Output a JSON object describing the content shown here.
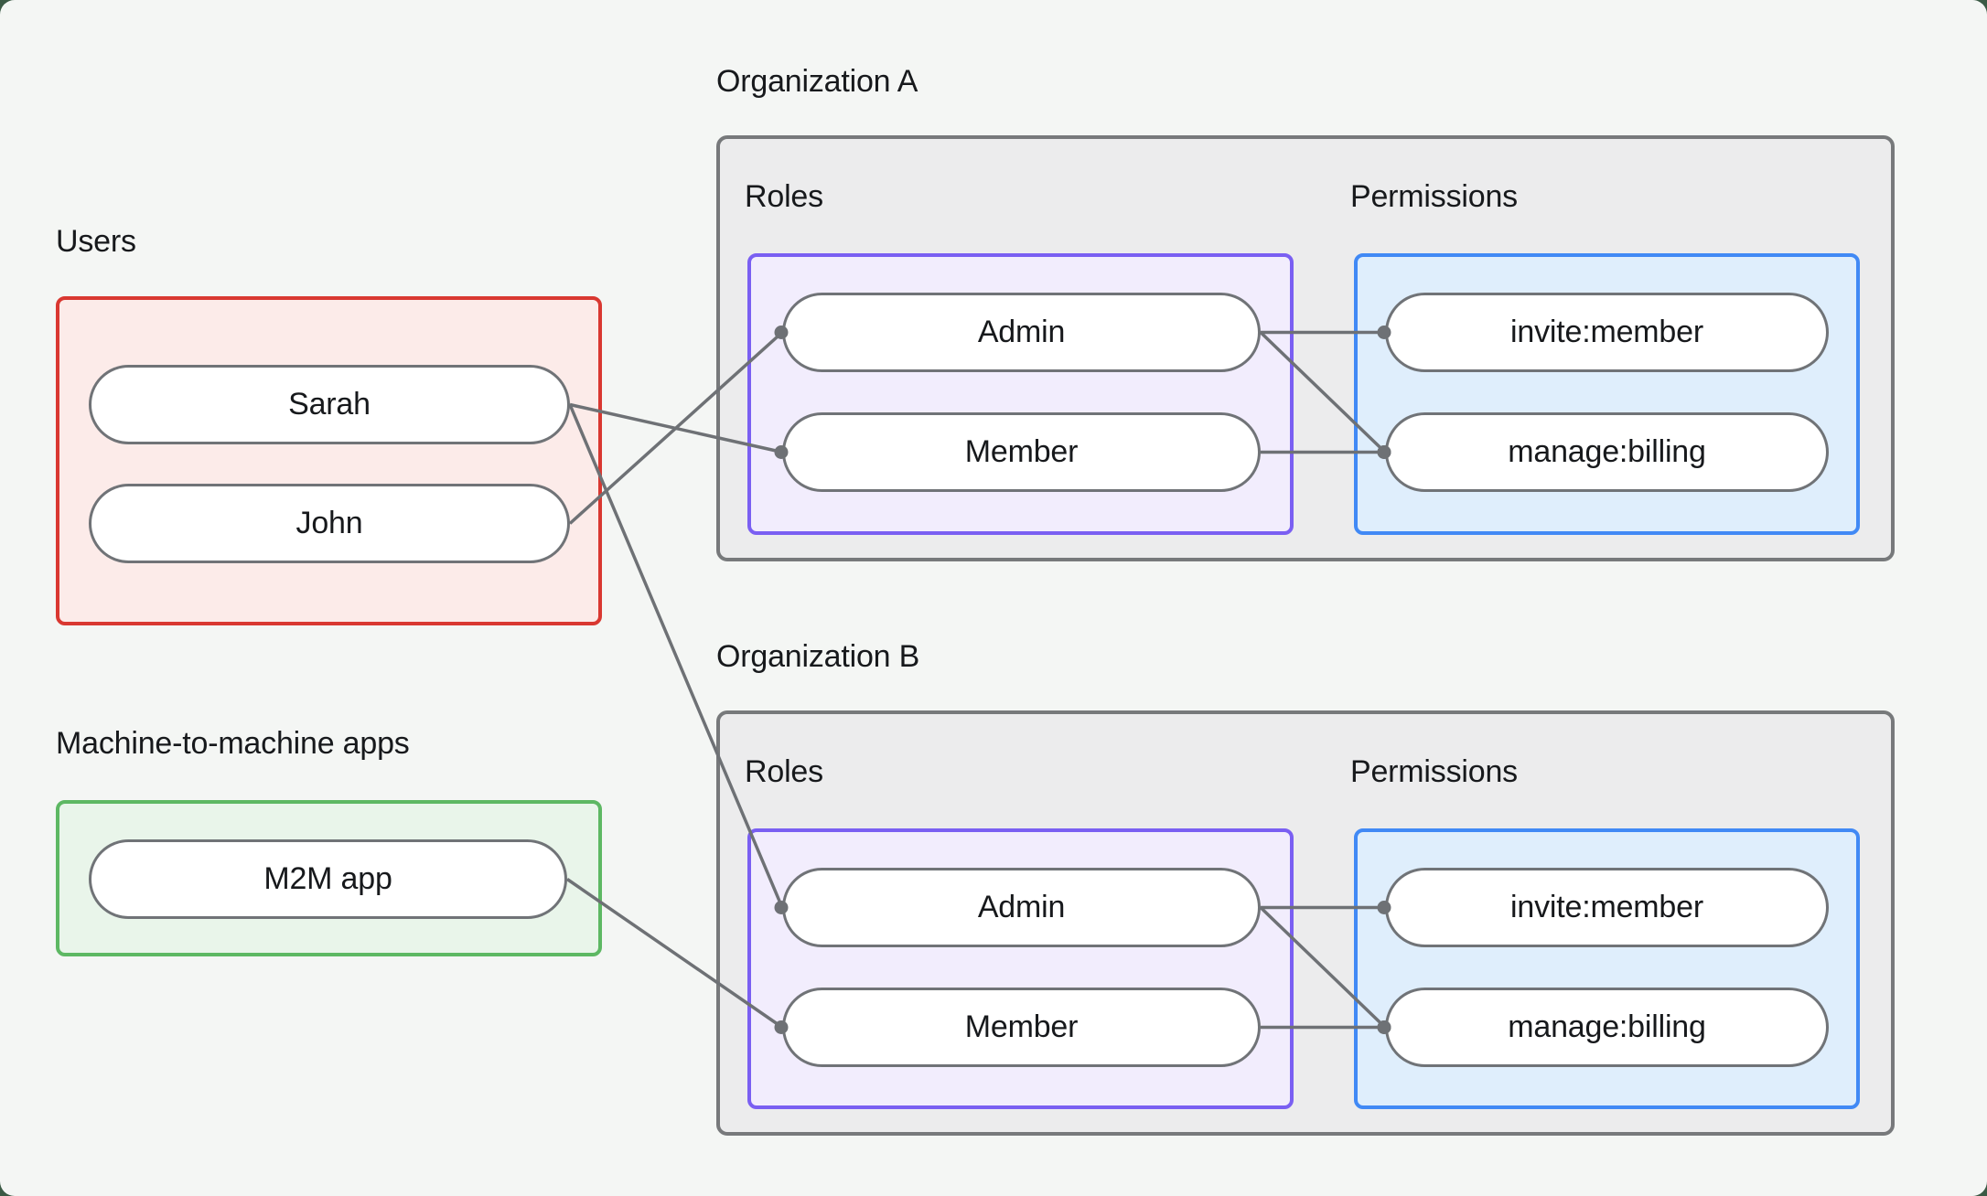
{
  "diagram": {
    "users_group": {
      "label": "Users",
      "members": [
        {
          "name": "Sarah"
        },
        {
          "name": "John"
        }
      ]
    },
    "m2m_group": {
      "label": "Machine-to-machine apps",
      "members": [
        {
          "name": "M2M app"
        }
      ]
    },
    "organizations": [
      {
        "label": "Organization A",
        "roles_label": "Roles",
        "permissions_label": "Permissions",
        "roles": [
          {
            "name": "Admin"
          },
          {
            "name": "Member"
          }
        ],
        "permissions": [
          {
            "name": "invite:member"
          },
          {
            "name": "manage:billing"
          }
        ]
      },
      {
        "label": "Organization B",
        "roles_label": "Roles",
        "permissions_label": "Permissions",
        "roles": [
          {
            "name": "Admin"
          },
          {
            "name": "Member"
          }
        ],
        "permissions": [
          {
            "name": "invite:member"
          },
          {
            "name": "manage:billing"
          }
        ]
      }
    ],
    "connections": [
      {
        "from": "sarah",
        "to": "org-a-member"
      },
      {
        "from": "john",
        "to": "org-a-admin"
      },
      {
        "from": "sarah",
        "to": "org-b-admin"
      },
      {
        "from": "m2m-app",
        "to": "org-b-member"
      },
      {
        "from": "org-a-admin",
        "to": "org-a-invite"
      },
      {
        "from": "org-a-admin",
        "to": "org-a-manage"
      },
      {
        "from": "org-a-member",
        "to": "org-a-manage"
      },
      {
        "from": "org-b-admin",
        "to": "org-b-invite"
      },
      {
        "from": "org-b-admin",
        "to": "org-b-manage"
      },
      {
        "from": "org-b-member",
        "to": "org-b-manage"
      }
    ],
    "colors": {
      "page_background": "#3b5a45",
      "card_background": "#f4f6f4",
      "users_box_border": "#d93831",
      "users_box_fill": "#fcebe9",
      "m2m_box_border": "#5db863",
      "m2m_box_fill": "#e9f5ea",
      "roles_box_border": "#7a5ff2",
      "roles_box_fill": "#f2edfd",
      "permissions_box_border": "#4189f5",
      "permissions_box_fill": "#dfeefc",
      "org_container_border": "#77797b",
      "org_container_fill": "#ececed",
      "node_border": "#707377",
      "node_fill": "#ffffff",
      "connector": "#6e7175",
      "text": "#17191c"
    }
  }
}
